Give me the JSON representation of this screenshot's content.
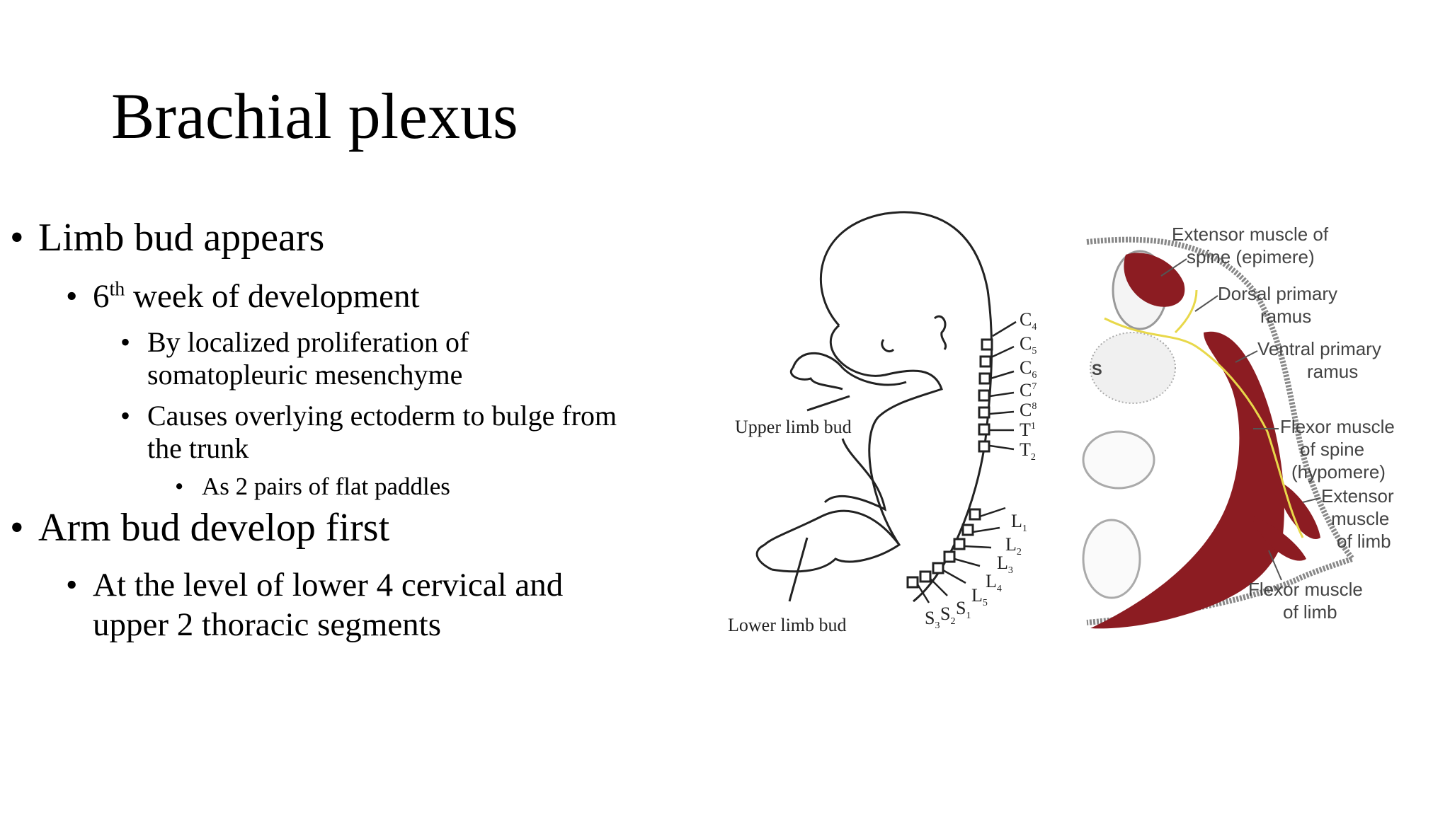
{
  "slide": {
    "title": "Brachial plexus",
    "bullets": {
      "b1": "Limb bud appears",
      "b1_1_num": "6",
      "b1_1_sup": "th",
      "b1_1_rest": " week of development",
      "b1_1_1_line1": "By localized proliferation of",
      "b1_1_1_line2": "somatopleuric mesenchyme",
      "b1_1_2_line1": "Causes overlying ectoderm to bulge from",
      "b1_1_2_line2": "the trunk",
      "b1_1_2_1": "As 2 pairs of flat paddles",
      "b2": "Arm bud develop first",
      "b2_1_line1": "At the level of lower 4 cervical and",
      "b2_1_line2": "upper 2 thoracic segments"
    },
    "bullet_char": "•"
  },
  "figure_embryo": {
    "upper_label": "Upper limb bud",
    "lower_label": "Lower limb bud",
    "segments": {
      "c4": "C",
      "c4s": "4",
      "c5": "C",
      "c5s": "5",
      "c6": "C",
      "c6s": "6",
      "c7": "C",
      "c7s": "7",
      "c8": "C",
      "c8s": "8",
      "t1": "T",
      "t1s": "1",
      "t2": "T",
      "t2s": "2",
      "l1": "L",
      "l1s": "1",
      "l2": "L",
      "l2s": "2",
      "l3": "L",
      "l3s": "3",
      "l4": "L",
      "l4s": "4",
      "l5": "L",
      "l5s": "5",
      "s1": "S",
      "s1s": "1",
      "s2": "S",
      "s2s": "2",
      "s3": "S",
      "s3s": "3"
    }
  },
  "figure_section": {
    "s_letter": "S",
    "extensor_spine_1": "Extensor muscle of",
    "extensor_spine_2": "spine (epimere)",
    "dorsal_1": "Dorsal primary",
    "dorsal_2": "ramus",
    "ventral_1": "Ventral primary",
    "ventral_2": "ramus",
    "flexor_spine_1": "Flexor muscle",
    "flexor_spine_2": "of spine",
    "flexor_spine_3": "(hypomere)",
    "extensor_limb_1": "Extensor",
    "extensor_limb_2": "muscle",
    "extensor_limb_3": "of limb",
    "flexor_limb_1": "Flexor muscle",
    "flexor_limb_2": "of limb"
  },
  "colors": {
    "muscle": "#8c1c22",
    "nerve": "#e8d84a",
    "line": "#222222"
  }
}
